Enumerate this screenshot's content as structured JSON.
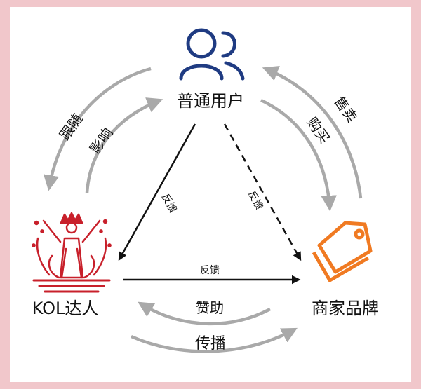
{
  "nodes": {
    "user": {
      "label": "普通用户",
      "icon": "users-icon",
      "color": "#1f3b82"
    },
    "kol": {
      "label": "KOL达人",
      "icon": "celebrity-crown-icon",
      "color": "#c8202b"
    },
    "brand": {
      "label": "商家品牌",
      "icon": "price-tag-icon",
      "color": "#f07a22"
    }
  },
  "edges": {
    "kol_to_user_arc": "跟随",
    "user_to_kol_arc": "影响",
    "brand_to_user_arc": "售卖",
    "user_to_brand_arc": "购买",
    "user_to_kol_line": "反馈",
    "user_to_brand_dashed": "反馈",
    "kol_to_brand_line": "反馈",
    "brand_to_kol_arc": "赞助",
    "kol_to_brand_arc": "传播"
  },
  "colors": {
    "background_border": "#f1c7cb",
    "arc_gray": "#a9a9a9",
    "line_black": "#111111"
  }
}
